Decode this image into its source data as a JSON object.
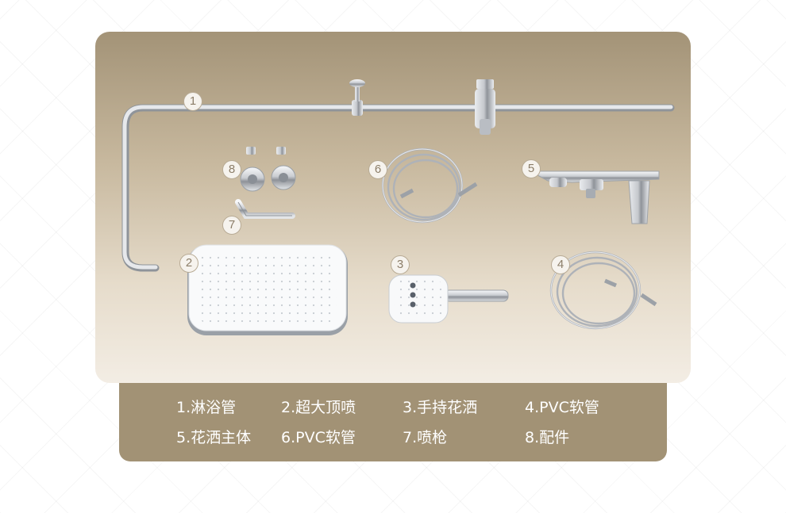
{
  "callouts": [
    "1",
    "2",
    "3",
    "4",
    "5",
    "6",
    "7",
    "8"
  ],
  "legend": {
    "items": [
      "1.淋浴管",
      "2.超大顶喷",
      "3.手持花洒",
      "4.PVC软管",
      "5.花洒主体",
      "6.PVC软管",
      "7.喷枪",
      "8.配件"
    ]
  },
  "colors": {
    "panel_top": "#a39377",
    "panel_bottom": "#f3ede4",
    "legend_bg": "#a29275",
    "chrome": "#c9ccd0"
  }
}
